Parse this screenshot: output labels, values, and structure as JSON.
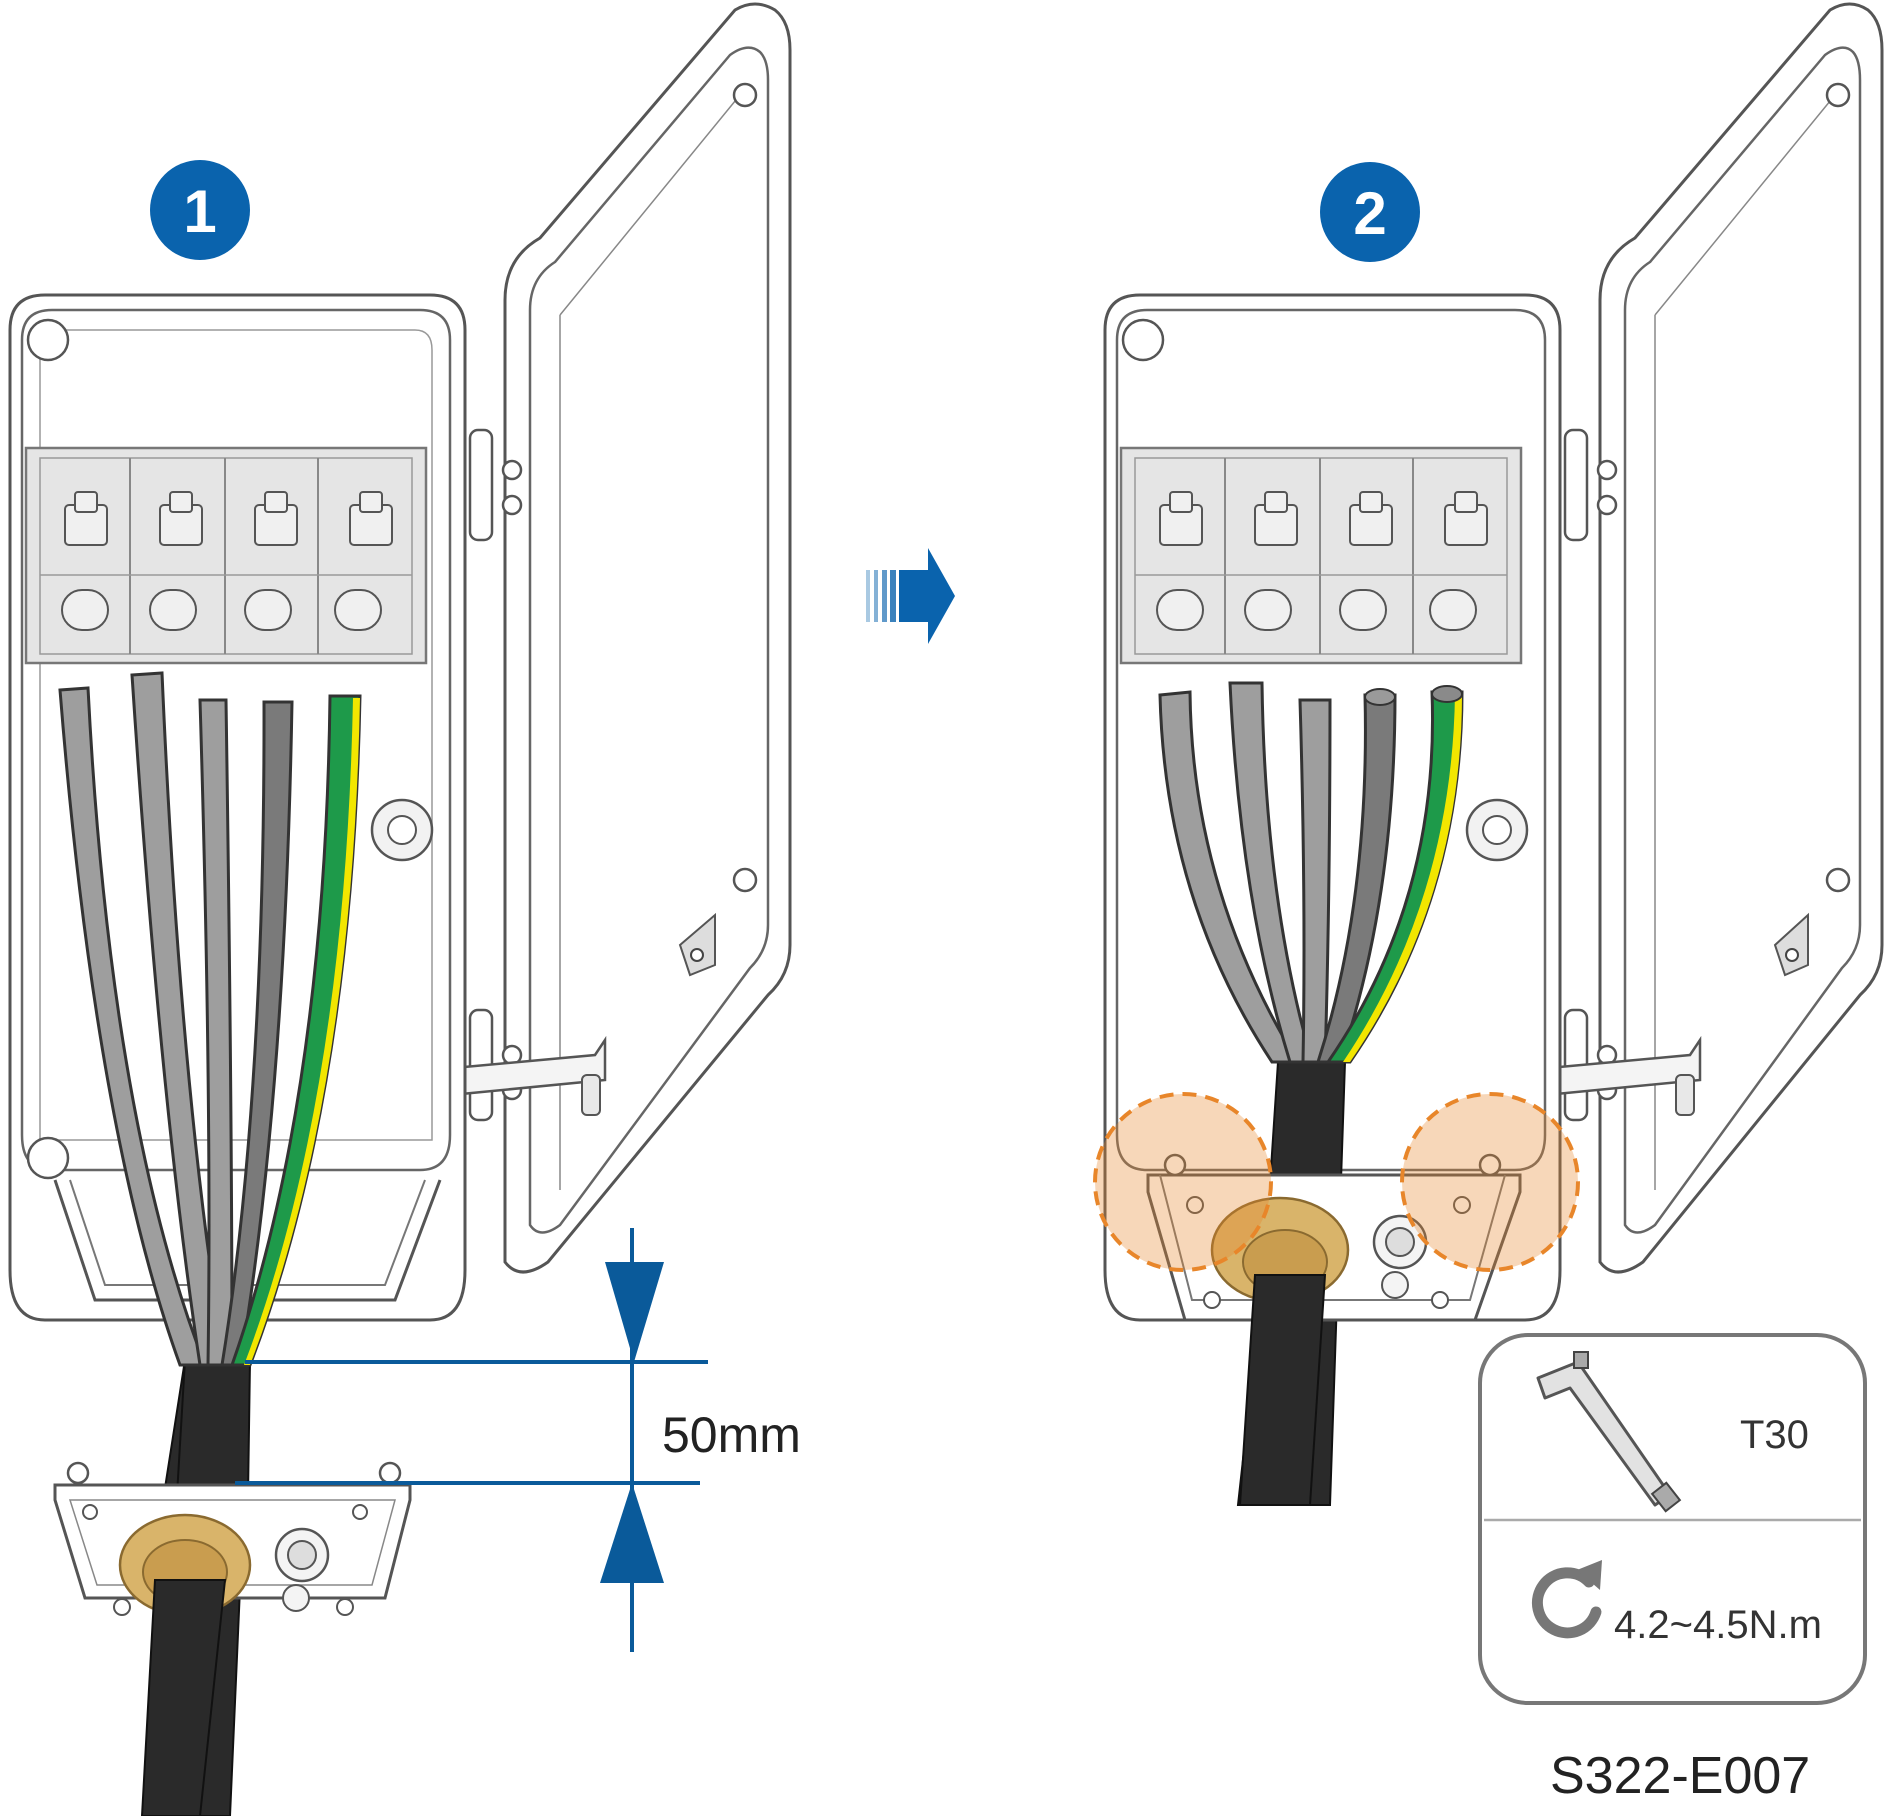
{
  "steps": [
    {
      "number": "1"
    },
    {
      "number": "2"
    }
  ],
  "dimension": {
    "label": "50mm"
  },
  "tool": {
    "name": "T30",
    "torque": "4.2~4.5N.m",
    "icon": "torx-key-icon",
    "torque_icon": "clockwise-arrow-icon"
  },
  "figure_code": "S322-E007",
  "colors": {
    "step_badge": "#0a63ad",
    "dimension_line": "#0a5a9a",
    "highlight": "#e8862a",
    "grommet": "#d9b46a",
    "cable": "#2a2a2a",
    "wire_light": "#9e9e9e",
    "wire_dark": "#7a7a7a",
    "pe_green": "#1e9a4a",
    "pe_yellow": "#f2e600"
  }
}
